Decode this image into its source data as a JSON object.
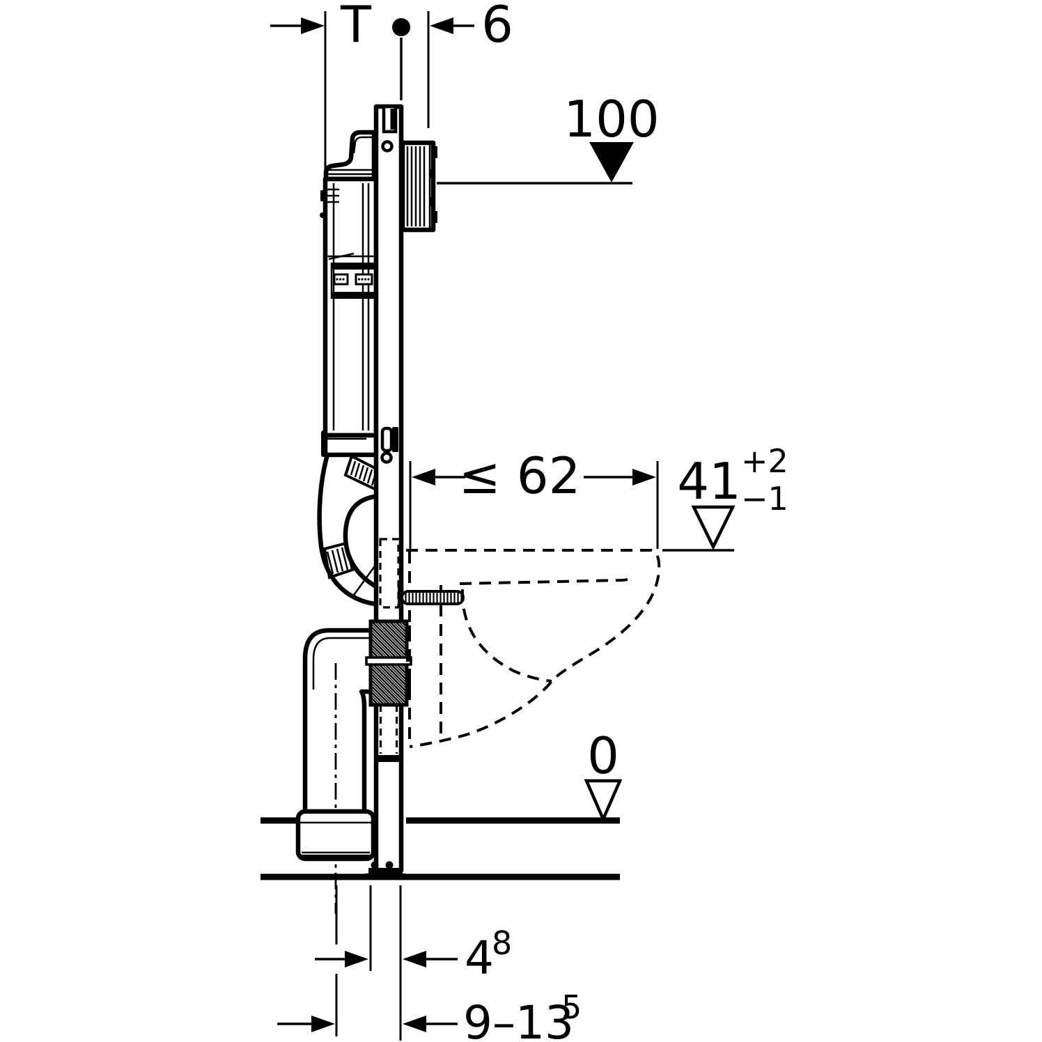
{
  "drawing": {
    "background": "#ffffff",
    "line_color": "#000000",
    "labels": {
      "wall_thickness": "T",
      "panel_offset": "6",
      "top_height": "100",
      "max_depth": "≤ 62",
      "outlet_height": "41",
      "outlet_height_tol_plus": "+2",
      "outlet_height_tol_minus": "−1",
      "finished_floor_zero": "0",
      "pipe_offset_value": "4",
      "pipe_offset_sup": "8",
      "pipe_range_value": "9–13",
      "pipe_range_sup": "5"
    }
  }
}
